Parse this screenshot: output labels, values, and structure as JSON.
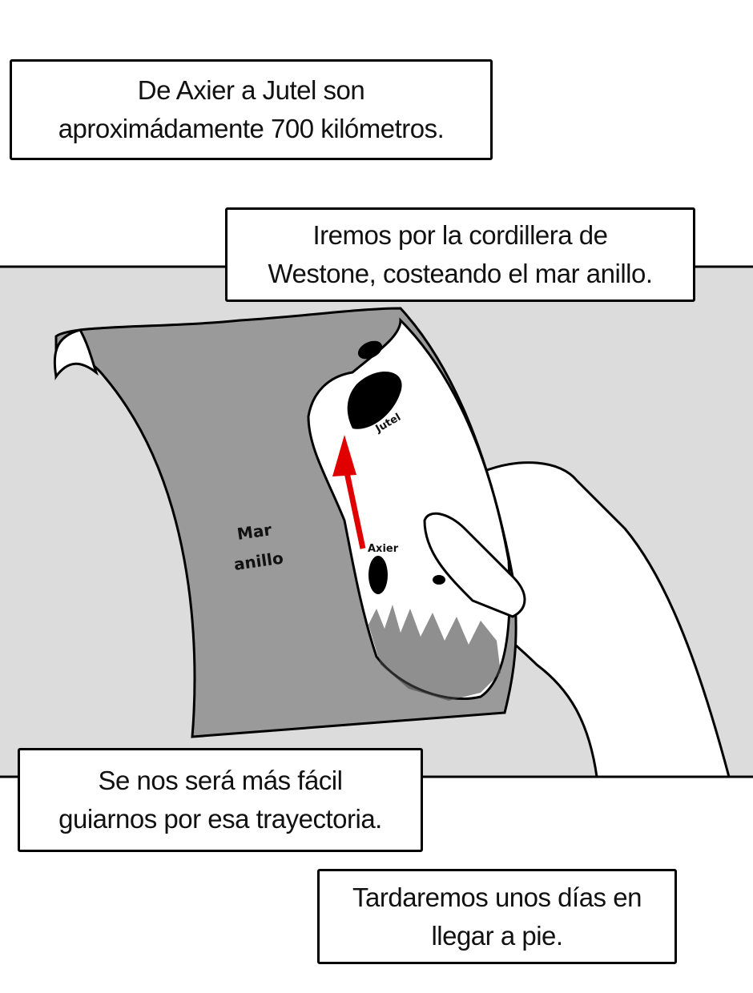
{
  "captions": [
    {
      "lines": [
        "De Axier a Jutel son",
        "aproximádamente 700 kilómetros."
      ]
    },
    {
      "lines": [
        "Iremos por la cordillera de",
        "Westone, costeando el mar anillo."
      ]
    },
    {
      "lines": [
        "Se nos será más fácil",
        "guiarnos por esa trayectoria."
      ]
    },
    {
      "lines": [
        "Tardaremos unos días en",
        "llegar a pie."
      ]
    }
  ],
  "map": {
    "sea_label_line1": "Mar",
    "sea_label_line2": "anillo",
    "origin_label": "Axier",
    "destination_label": "Jutel",
    "route_color": "#e00000"
  }
}
